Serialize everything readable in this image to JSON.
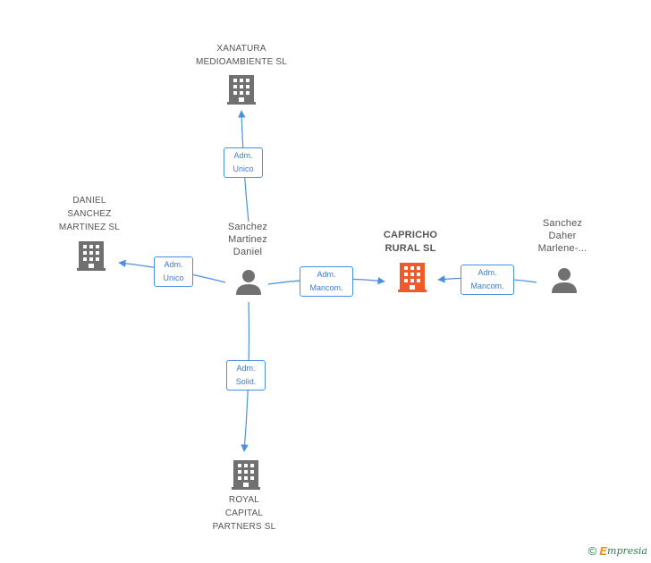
{
  "nodes": {
    "xanatura": {
      "label_lines": [
        "XANATURA",
        "MEDIOAMBIENTE SL"
      ],
      "type": "company"
    },
    "daniel_sanchez_sl": {
      "label_lines": [
        "DANIEL",
        "SANCHEZ",
        "MARTINEZ SL"
      ],
      "type": "company"
    },
    "sanchez_martinez_daniel": {
      "label_lines": [
        "Sanchez",
        "Martinez",
        "Daniel"
      ],
      "type": "person"
    },
    "capricho_rural": {
      "label_lines": [
        "CAPRICHO",
        "RURAL SL"
      ],
      "type": "company-main"
    },
    "sanchez_daher": {
      "label_lines": [
        "Sanchez",
        "Daher",
        "Marlene-..."
      ],
      "type": "person"
    },
    "royal_capital": {
      "label_lines": [
        "ROYAL",
        "CAPITAL",
        "PARTNERS SL"
      ],
      "type": "company"
    }
  },
  "edges": {
    "to_xanatura": {
      "lines": [
        "Adm.",
        "Unico"
      ]
    },
    "to_daniel_sl": {
      "lines": [
        "Adm.",
        "Unico"
      ]
    },
    "daniel_to_capricho": {
      "lines": [
        "Adm.",
        "Mancom."
      ]
    },
    "daher_to_capricho": {
      "lines": [
        "Adm.",
        "Mancom."
      ]
    },
    "to_royal": {
      "lines": [
        "Adm.",
        "Solid."
      ]
    }
  },
  "colors": {
    "edge": "#4a90e2",
    "company_icon": "#707070",
    "main_company_icon": "#f05a2a",
    "person_icon": "#707070"
  },
  "footer": {
    "copyright_symbol": "©",
    "brand_initial": "E",
    "brand_rest": "mpresia"
  }
}
